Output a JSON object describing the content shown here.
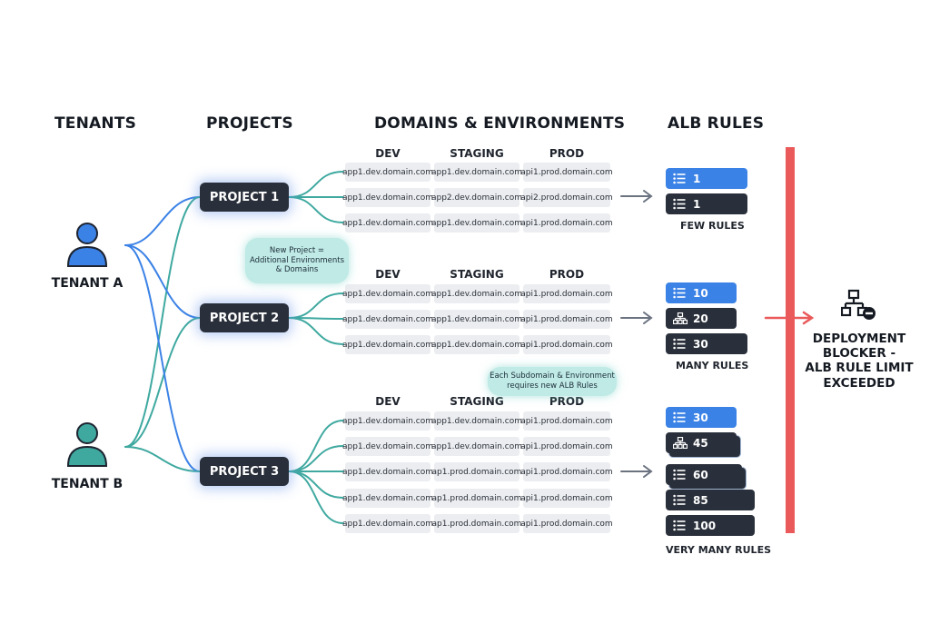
{
  "headers": {
    "tenants": "TENANTS",
    "projects": "PROJECTS",
    "domains": "DOMAINS & ENVIRONMENTS",
    "alb_rules": "ALB RULES"
  },
  "tenants": [
    {
      "label": "TENANT A",
      "color": "#3b82e6"
    },
    {
      "label": "TENANT B",
      "color": "#3fa9a0"
    }
  ],
  "projects": [
    {
      "label": "PROJECT 1",
      "env_headers": [
        "DEV",
        "STAGING",
        "PROD"
      ],
      "rows": [
        [
          "app1.dev.domain.com",
          "app1.dev.domain.com",
          "api1.prod.domain.com"
        ],
        [
          "app1.dev.domain.com",
          "app2.dev.domain.com",
          "api2.prod.domain.com"
        ],
        [
          "app1.dev.domain.com",
          "app1.dev.domain.com",
          "api1.prod.domain.com"
        ]
      ],
      "rules": [
        {
          "value": "1",
          "style": "blue",
          "icon": "list-icon"
        },
        {
          "value": "1",
          "style": "dark",
          "icon": "list-icon"
        }
      ],
      "rules_caption": "FEW RULES"
    },
    {
      "label": "PROJECT 2",
      "env_headers": [
        "DEV",
        "STAGING",
        "PROD"
      ],
      "rows": [
        [
          "app1.dev.domain.com",
          "app1.dev.domain.com",
          "api1.prod.domain.com"
        ],
        [
          "app1.dev.domain.com",
          "app1.dev.domain.com",
          "api1.prod.domain.com"
        ],
        [
          "app1.dev.domain.com",
          "app1.dev.domain.com",
          "api1.prod.domain.com"
        ]
      ],
      "rules": [
        {
          "value": "10",
          "style": "blue",
          "icon": "list-icon"
        },
        {
          "value": "20",
          "style": "dark",
          "icon": "hierarchy-icon"
        },
        {
          "value": "30",
          "style": "dark",
          "icon": "list-icon"
        }
      ],
      "rules_caption": "MANY RULES"
    },
    {
      "label": "PROJECT 3",
      "env_headers": [
        "DEV",
        "STAGING",
        "PROD"
      ],
      "rows": [
        [
          "app1.dev.domain.com",
          "app1.dev.domain.com",
          "api1.prod.domain.com"
        ],
        [
          "app1.dev.domain.com",
          "app1.dev.domain.com",
          "api1.prod.domain.com"
        ],
        [
          "app1.dev.domain.com",
          "ap1.prod.domain.com",
          "api1.prod.domain.com"
        ],
        [
          "app1.dev.domain.com",
          "ap1.prod.domain.com",
          "api1.prod.domain.com"
        ],
        [
          "app1.dev.domain.com",
          "ap1.prod.domain.com",
          "api1.prod.domain.com"
        ]
      ],
      "rules": [
        {
          "value": "30",
          "style": "blue",
          "icon": "list-icon"
        },
        {
          "value": "45",
          "style": "dark",
          "icon": "hierarchy-icon"
        },
        {
          "value": "60",
          "style": "dark",
          "icon": "list-icon"
        },
        {
          "value": "85",
          "style": "dark",
          "icon": "list-icon"
        },
        {
          "value": "100",
          "style": "dark",
          "icon": "list-icon"
        }
      ],
      "rules_caption": "VERY MANY RULES"
    }
  ],
  "callouts": {
    "new_project": "New Project =\nAdditional Environments\n& Domains",
    "each_subdomain": "Each Subdomain & Environment\nrequires new ALB Rules"
  },
  "blocker": {
    "text": "DEPLOYMENT\nBLOCKER -\nALB RULE LIMIT\nEXCEEDED",
    "icon": "hierarchy-blocked-icon",
    "color": "#ea5a5a"
  },
  "colors": {
    "blue": "#3b82e6",
    "teal": "#3fa9a0",
    "dark": "#2a303b",
    "red": "#ea5a5a",
    "arrow": "#6b7380"
  }
}
